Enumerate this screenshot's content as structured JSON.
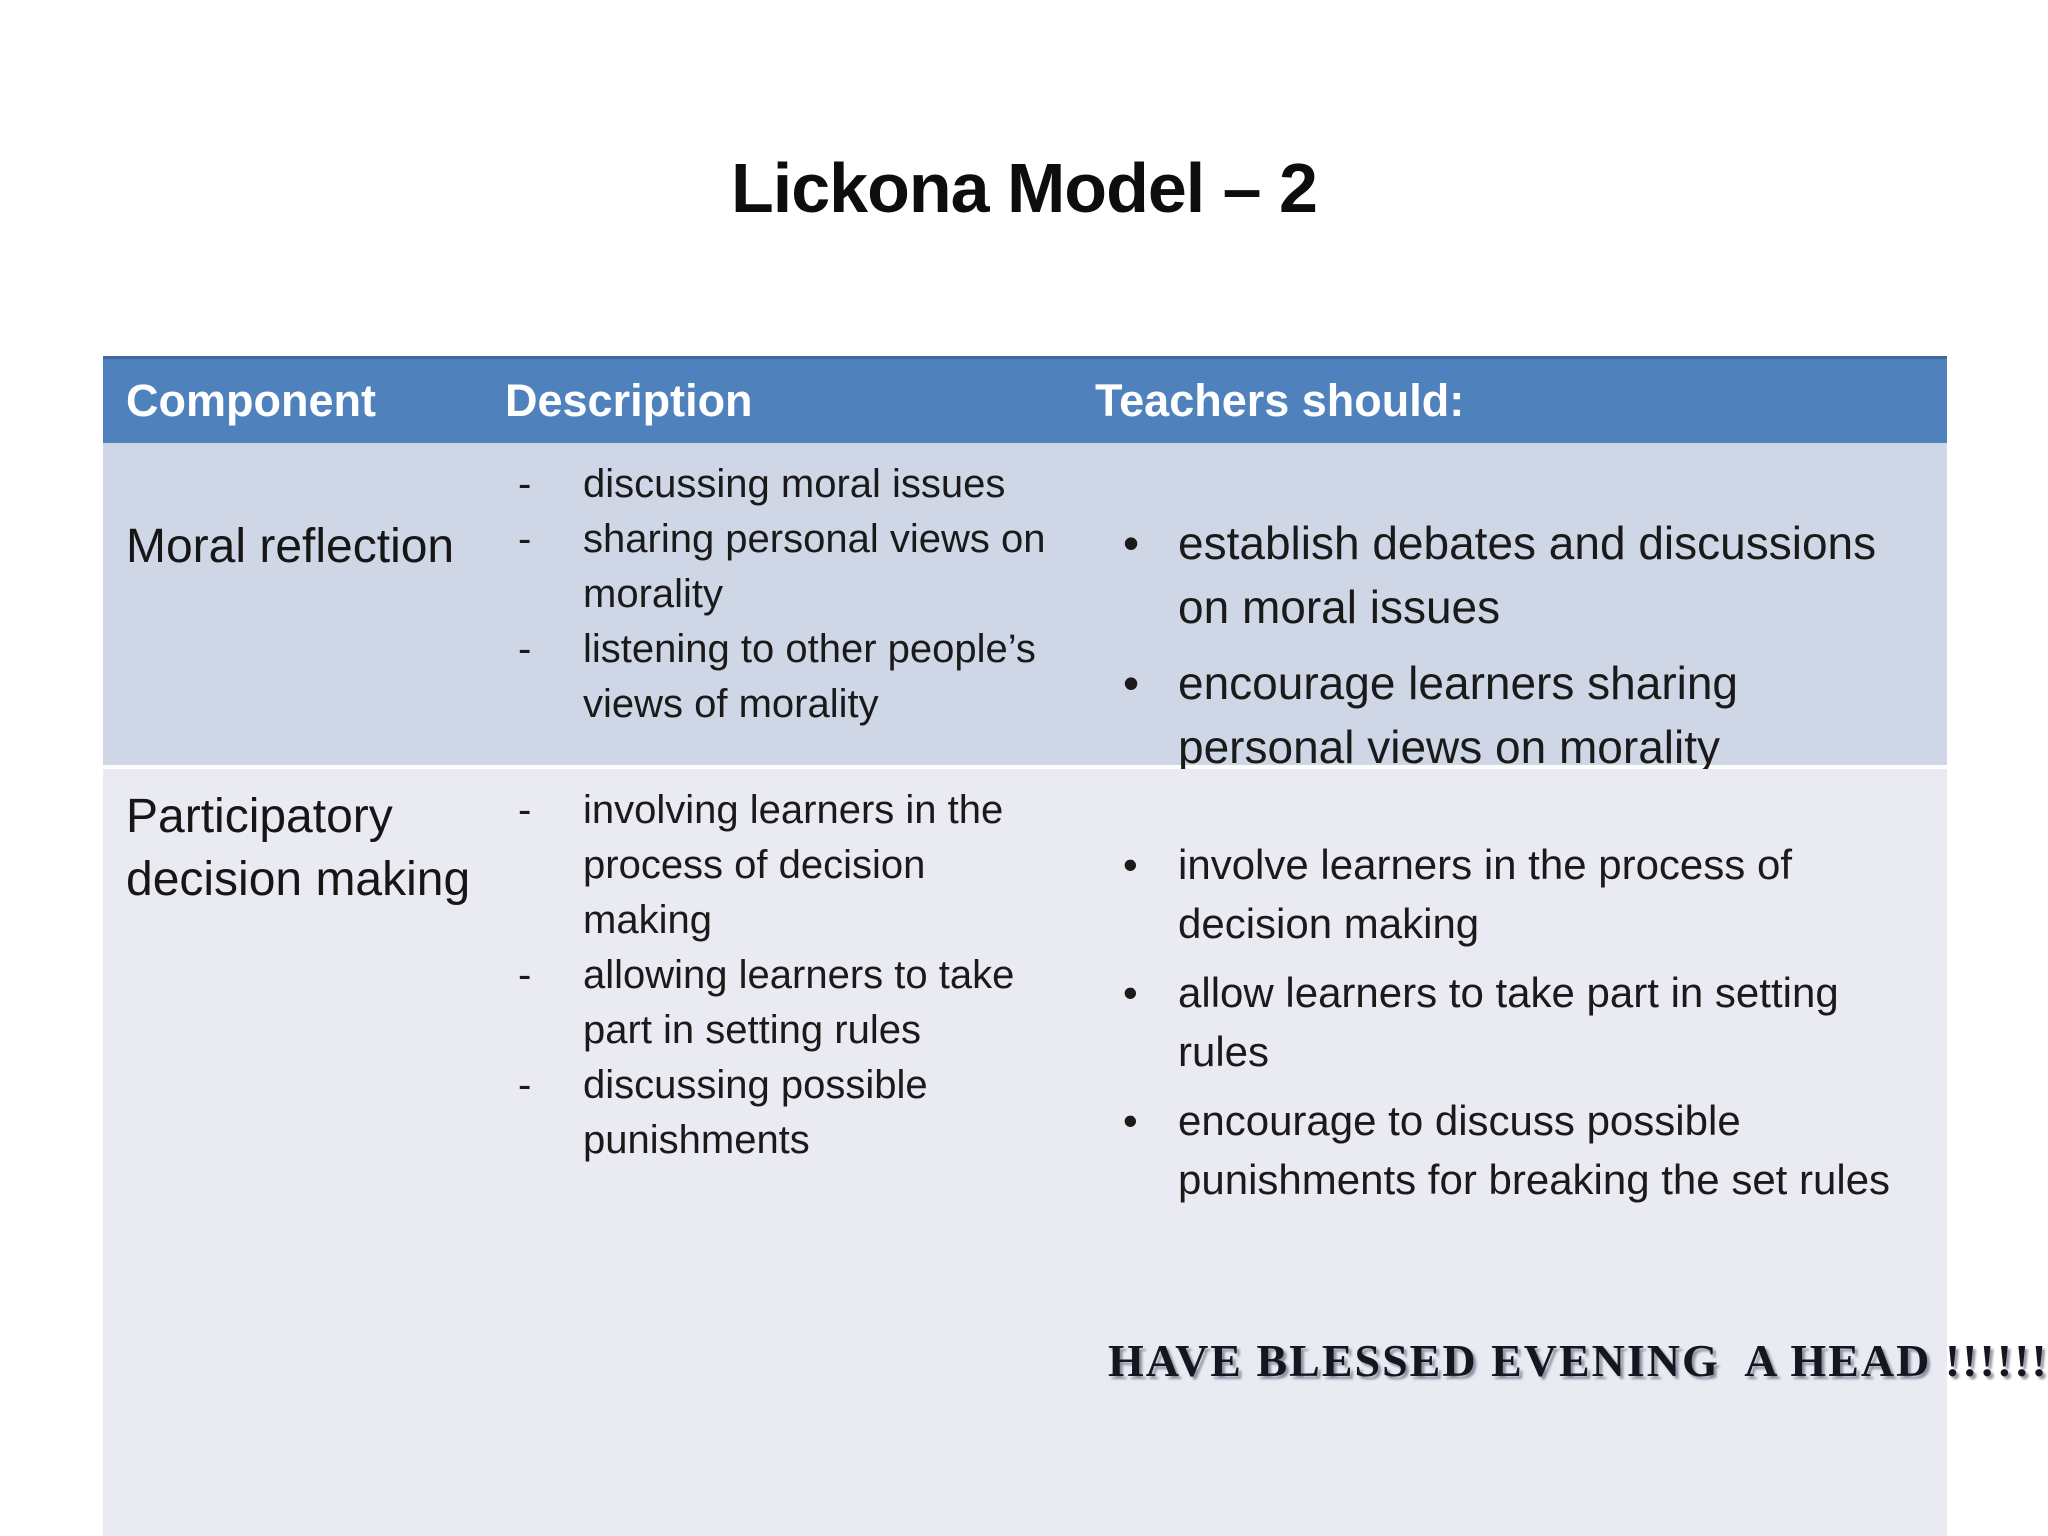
{
  "slide": {
    "title": "Lickona Model – 2"
  },
  "markers": {
    "dash": "-",
    "bullet": "•"
  },
  "table": {
    "header": {
      "component": "Component",
      "description": "Description",
      "teachers": "Teachers should:"
    },
    "rows": [
      {
        "component": "Moral reflection",
        "description": [
          "discussing moral issues",
          "sharing personal views on\nmorality",
          "listening to other people’s\nviews of morality"
        ],
        "teachers": [
          "establish debates and discussions\non moral issues",
          "encourage learners sharing\npersonal views on morality"
        ]
      },
      {
        "component": "Participatory\ndecision making",
        "description": [
          "involving learners in the\nprocess of decision\nmaking",
          "allowing learners to take\npart in setting rules",
          "discussing possible\npunishments"
        ],
        "teachers": [
          "involve learners in the process of\ndecision making",
          "allow learners to take part in setting\nrules",
          "encourage to discuss possible\npunishments for breaking the set rules"
        ]
      }
    ]
  },
  "footer": {
    "message": "HAVE BLESSED EVENING  A HEAD !!!!!!"
  },
  "colors": {
    "header_bg": "#4F81BD",
    "header_border": "#41689C",
    "header_text": "#FFFFFF",
    "row1_bg": "#CFD6E5",
    "row2_bg": "#E9EAF2",
    "row_separator": "#FFFFFF",
    "body_text": "#1A1A1A",
    "slide_bg": "#FFFFFF"
  }
}
